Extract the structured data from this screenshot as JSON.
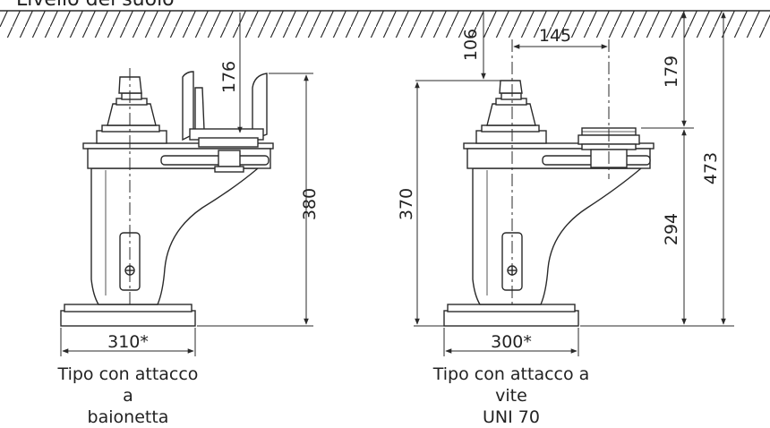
{
  "header": {
    "title": "Livello del suolo"
  },
  "left_view": {
    "caption_line1": "Tipo con attacco a",
    "caption_line2": "baionetta",
    "dim_top": "176",
    "dim_height": "380",
    "dim_width": "310*"
  },
  "right_view": {
    "caption_line1": "Tipo con attacco a vite",
    "caption_line2": "UNI 70",
    "dim_top": "106",
    "dim_offset": "145",
    "dim_upper": "179",
    "dim_lower": "294",
    "dim_height": "370",
    "dim_total": "473",
    "dim_width": "300*"
  },
  "colors": {
    "line": "#2a2a2a",
    "fill": "#ffffff"
  }
}
